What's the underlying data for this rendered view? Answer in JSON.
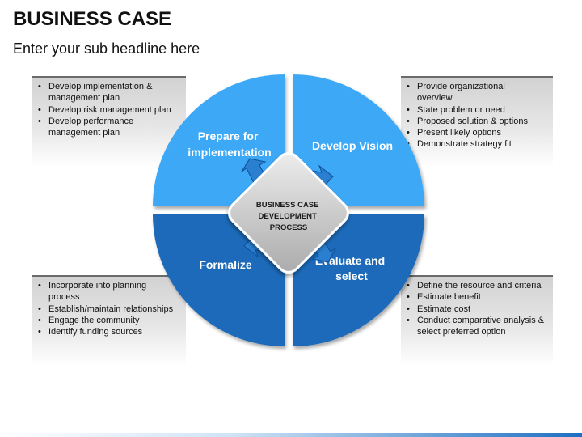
{
  "header": {
    "title": "BUSINESS CASE",
    "subtitle": "Enter your sub headline here"
  },
  "center": {
    "lines": [
      "BUSINESS CASE",
      "DEVELOPMENT",
      "PROCESS"
    ]
  },
  "quadrants": [
    {
      "position": "top-left",
      "lines": [
        "Prepare for",
        "implementation"
      ],
      "color": "#3ea8f5"
    },
    {
      "position": "top-right",
      "lines": [
        "Develop Vision"
      ],
      "color": "#3ea8f5"
    },
    {
      "position": "bottom-left",
      "lines": [
        "Formalize"
      ],
      "color": "#1a6ab9"
    },
    {
      "position": "bottom-right",
      "lines": [
        "Evaluate and",
        "select"
      ],
      "color": "#1a6ab9"
    }
  ],
  "notes": {
    "top_left": [
      "Develop implementation &",
      "management  plan",
      "Develop risk management plan",
      "Develop performance",
      "management plan"
    ],
    "top_right": [
      "Provide organizational",
      "overview",
      "State problem or need",
      "Proposed solution & options",
      "Present likely options",
      "Demonstrate strategy fit"
    ],
    "bottom_left": [
      "Incorporate into planning",
      "process",
      "Establish/maintain relationships",
      "Engage the community",
      "Identify funding sources"
    ],
    "bottom_right": [
      "Define the resource and criteria",
      "Estimate benefit",
      "Estimate cost",
      "Conduct comparative analysis &",
      "select preferred option"
    ]
  },
  "note_bullets": {
    "top_left": [
      true,
      false,
      true,
      true,
      false
    ],
    "top_right": [
      true,
      false,
      true,
      true,
      true,
      true
    ],
    "bottom_left": [
      true,
      false,
      true,
      true,
      true
    ],
    "bottom_right": [
      true,
      true,
      true,
      true,
      false
    ]
  },
  "colors": {
    "light_blue": "#3ea8f5",
    "dark_blue": "#1a6ab9",
    "arrow_blue": "#2a7fd0",
    "diamond_gray": "#c9c9c9"
  }
}
